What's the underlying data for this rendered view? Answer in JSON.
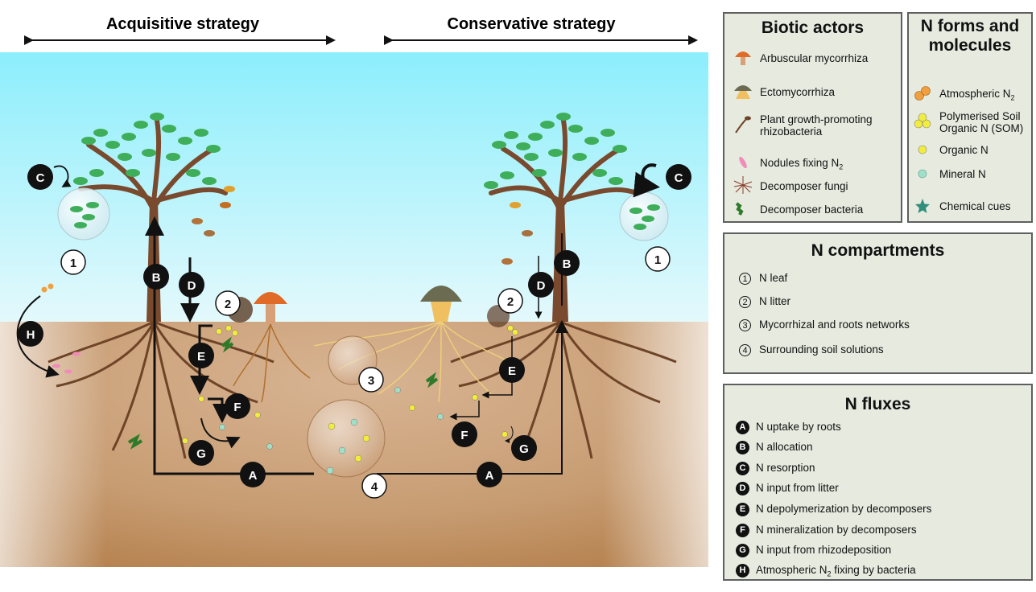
{
  "headers": {
    "left": "Acquisitive strategy",
    "right": "Conservative strategy"
  },
  "scene_labels": {
    "flux_left": [
      "A",
      "B",
      "C",
      "D",
      "E",
      "F",
      "G",
      "H"
    ],
    "flux_right": [
      "A",
      "B",
      "C",
      "D",
      "E",
      "F",
      "G"
    ],
    "compartments": [
      "1",
      "2",
      "3",
      "4",
      "1",
      "2"
    ]
  },
  "biotic_actors": {
    "title": "Biotic actors",
    "items": [
      {
        "label": "Arbuscular mycorrhiza",
        "icon": "arbuscular-mycorrhiza-icon"
      },
      {
        "label": "Ectomycorrhiza",
        "icon": "ectomycorrhiza-icon"
      },
      {
        "label": "Plant growth-promoting rhizobacteria",
        "icon": "rhizobacteria-icon"
      },
      {
        "label": "Nodules fixing N",
        "sub": "2",
        "icon": "nodules-icon"
      },
      {
        "label": "Decomposer fungi",
        "icon": "decomposer-fungi-icon"
      },
      {
        "label": "Decomposer bacteria",
        "icon": "decomposer-bacteria-icon"
      }
    ]
  },
  "n_forms": {
    "title": "N forms and molecules",
    "items": [
      {
        "label": "Atmospheric N",
        "sub": "2",
        "icon": "atmospheric-n2-icon"
      },
      {
        "label": "Polymerised Soil Organic N (SOM)",
        "icon": "polymerised-son-icon"
      },
      {
        "label": "Organic N",
        "icon": "organic-n-icon"
      },
      {
        "label": "Mineral N",
        "icon": "mineral-n-icon"
      },
      {
        "label": "Chemical cues",
        "icon": "chemical-cues-icon"
      }
    ],
    "colors": {
      "atmospheric": "#f0a040",
      "organic": "#f2ec3a",
      "mineral": "#9fe0c8",
      "cue": "#2f8f7a"
    }
  },
  "compartments": {
    "title": "N compartments",
    "items": [
      {
        "num": "1",
        "label": "N leaf"
      },
      {
        "num": "2",
        "label": "N litter"
      },
      {
        "num": "3",
        "label": "Mycorrhizal and roots networks"
      },
      {
        "num": "4",
        "label": "Surrounding soil solutions"
      }
    ]
  },
  "fluxes": {
    "title": "N fluxes",
    "items": [
      {
        "letter": "A",
        "label": "N uptake by roots"
      },
      {
        "letter": "B",
        "label": "N allocation"
      },
      {
        "letter": "C",
        "label": "N resorption"
      },
      {
        "letter": "D",
        "label": "N input from litter"
      },
      {
        "letter": "E",
        "label": "N depolymerization by decomposers"
      },
      {
        "letter": "F",
        "label": "N mineralization by decomposers"
      },
      {
        "letter": "G",
        "label": "N input from rhizodeposition"
      },
      {
        "letter": "H",
        "label": "Atmospheric N",
        "sub": "2",
        "tail": " fixing by bacteria"
      }
    ]
  },
  "colors": {
    "sky_top": "#9deefc",
    "sky_bottom": "#dff8fc",
    "soil_top": "#c9a27e",
    "soil_bottom": "#b57a45",
    "trunk": "#7a4a2e",
    "leaf": "#3fae5a",
    "panel_bg": "#e6eadf"
  }
}
